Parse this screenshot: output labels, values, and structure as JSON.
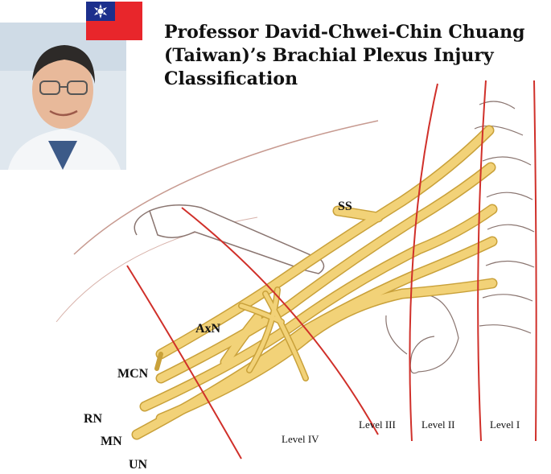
{
  "title": {
    "line1": "Professor David-Chwei-Chin Chuang",
    "line2": "(Taiwan)’s Brachial Plexus Injury",
    "line3": "Classification"
  },
  "photo": {
    "icon": "portrait-photo"
  },
  "flag": {
    "icon": "taiwan-flag-icon",
    "colors": {
      "red": "#e8262b",
      "blue": "#1c2f8c",
      "white": "#ffffff"
    }
  },
  "labels": {
    "ss": "SS",
    "axn": "AxN",
    "mcn": "MCN",
    "rn": "RN",
    "mn": "MN",
    "un": "UN"
  },
  "levels": {
    "level_iv": "Level IV",
    "level_iii": "Level III",
    "level_ii": "Level II",
    "level_i": "Level I"
  },
  "colors": {
    "nerve_fill": "#f2d278",
    "nerve_stroke": "#c9a13a",
    "level_line": "#d0302a",
    "skin_outline": "#c79a90",
    "bone_outline": "#8a7570"
  }
}
